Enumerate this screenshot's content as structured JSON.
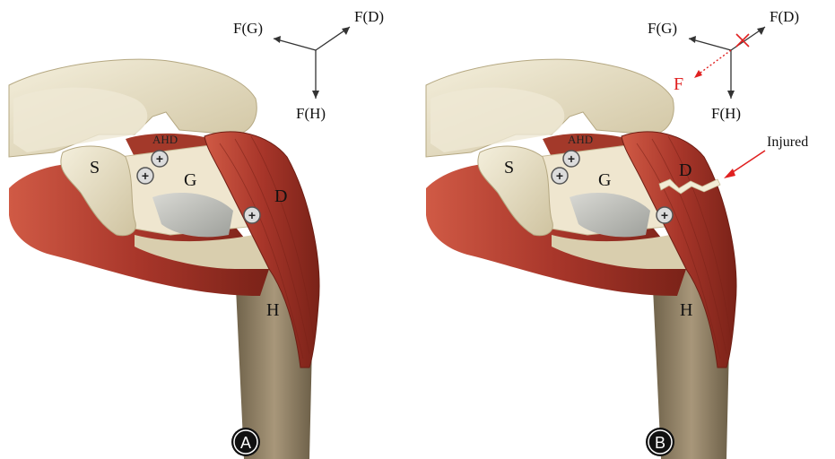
{
  "panels": [
    {
      "letter": "A",
      "forces": {
        "g": "F(G)",
        "d": "F(D)",
        "h": "F(H)"
      },
      "labels": {
        "s": "S",
        "g": "G",
        "d": "D",
        "h": "H",
        "ahd": "AHD"
      }
    },
    {
      "letter": "B",
      "forces": {
        "g": "F(G)",
        "d": "F(D)",
        "h": "F(H)",
        "f": "F"
      },
      "labels": {
        "s": "S",
        "g": "G",
        "d": "D",
        "h": "H",
        "ahd": "AHD"
      },
      "injury_label": "Injured"
    }
  ],
  "colors": {
    "bone": "#ece4cc",
    "bone_shadow": "#c9bd9a",
    "muscle": "#b8412f",
    "muscle_dark": "#8a2a1f",
    "humerus_shaft": "#9a8a6c",
    "injury_red": "#e02020",
    "axis_line": "#333333"
  },
  "icons": [
    "plus-screw-icon",
    "arrow-icon",
    "cross-icon"
  ]
}
